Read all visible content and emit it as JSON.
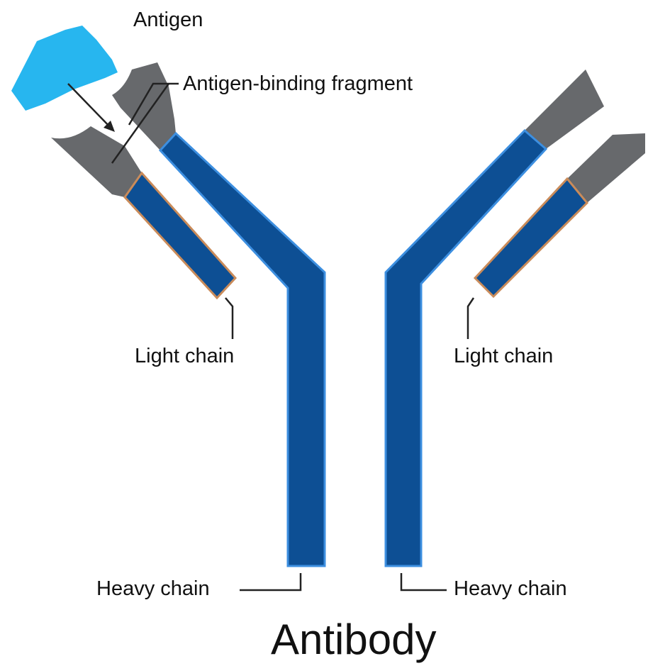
{
  "labels": {
    "antigen": "Antigen",
    "fab": "Antigen-binding fragment",
    "light_chain_left": "Light chain",
    "light_chain_right": "Light chain",
    "heavy_chain_left": "Heavy chain",
    "heavy_chain_right": "Heavy chain",
    "title": "Antibody"
  },
  "colors": {
    "heavy_chain": "#0d4f94",
    "heavy_chain_edge": "#3d8fe0",
    "light_chain": "#0d4f94",
    "light_chain_edge": "#c98b5a",
    "variable_region": "#67696c",
    "antigen": "#27b6ef",
    "leader": "#222222"
  }
}
